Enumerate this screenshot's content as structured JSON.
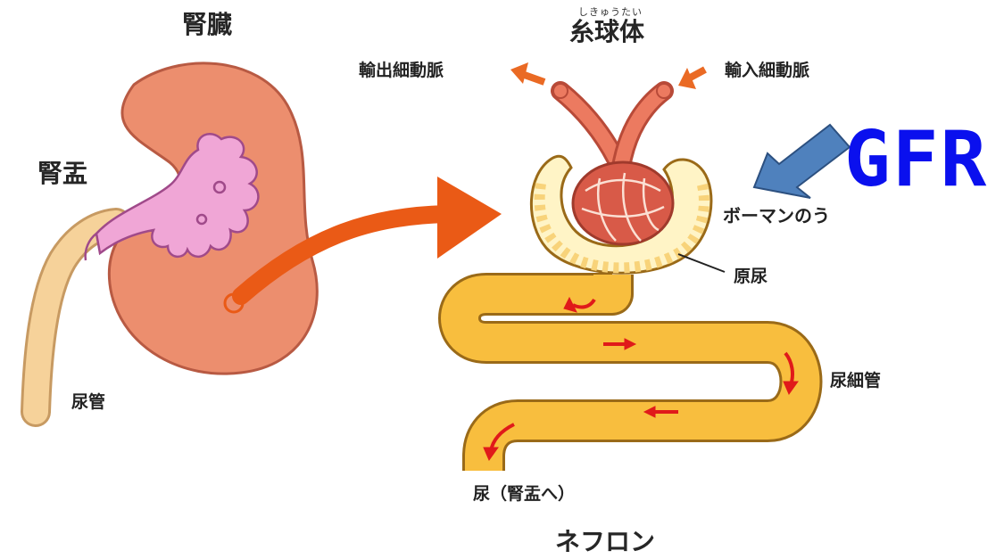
{
  "labels": {
    "kidney": "腎臓",
    "renal_pelvis": "腎盂",
    "ureter": "尿管",
    "glomerulus_ruby": "しきゅうたい",
    "glomerulus": "糸球体",
    "efferent_arteriole": "輸出細動脈",
    "afferent_arteriole": "輸入細動脈",
    "gfr": "GFR",
    "bowmans_capsule": "ボーマンのう",
    "primary_urine": "原尿",
    "renal_tubule": "尿細管",
    "urine_to_pelvis": "尿（腎盂へ）",
    "nephron": "ネフロン"
  },
  "colors": {
    "kidney": "#ec8e6e",
    "kidney_outline": "#b85a43",
    "pelvis": "#f0a6d6",
    "ureter": "#f6d29a",
    "big_arrow": "#ea5a16",
    "tubule": "#f8be3e",
    "capsule": "#fff4c6",
    "glomerulus": "#d85a48",
    "flow_arrow": "#e01a1a",
    "vessel_arrow": "#ea6a24",
    "gfr_arrow": "#4f81bd",
    "gfr_text": "#0a10ee"
  },
  "icons": [
    "kidney-icon",
    "renal-pelvis-icon",
    "ureter-icon",
    "glomerulus-icon",
    "bowman-capsule-icon",
    "renal-tubule-icon",
    "gfr-arrow-icon",
    "flow-arrow-icon"
  ]
}
